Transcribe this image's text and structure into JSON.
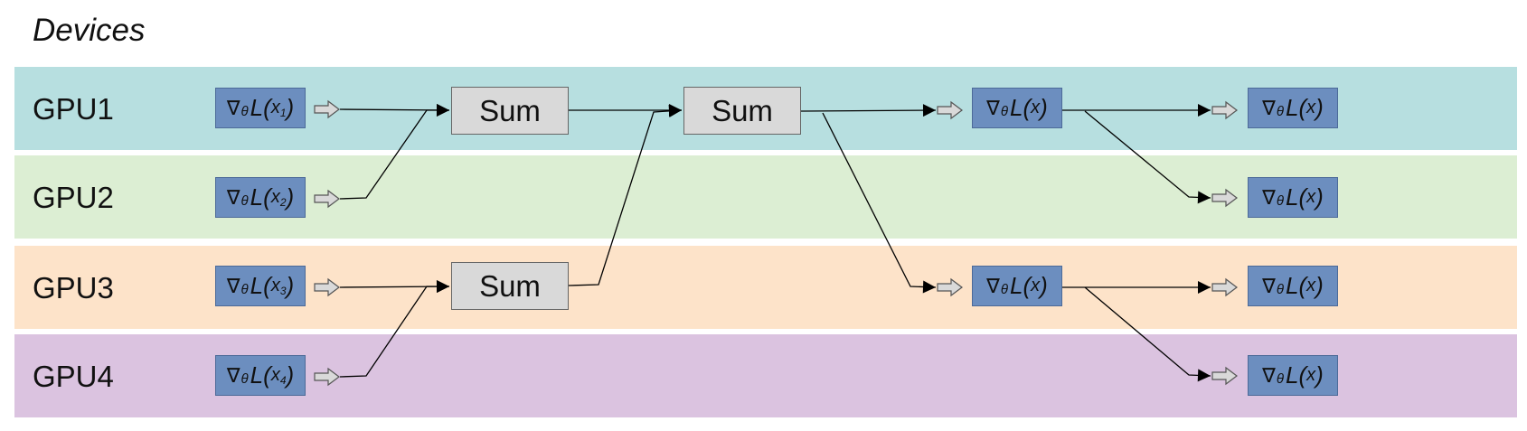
{
  "title": "Devices",
  "colors": {
    "gpu1_lane": "#b7dfe0",
    "gpu2_lane": "#dceed3",
    "gpu3_lane": "#fde3c9",
    "gpu4_lane": "#dbc3e0",
    "gradient_box": "#6c8ebf",
    "sum_box": "#d9d9d9"
  },
  "lanes": [
    {
      "label": "GPU1"
    },
    {
      "label": "GPU2"
    },
    {
      "label": "GPU3"
    },
    {
      "label": "GPU4"
    }
  ],
  "gradient_symbol": {
    "nabla": "∇",
    "theta": "θ",
    "fn": "L"
  },
  "inputs": [
    {
      "arg": "x",
      "index": "1"
    },
    {
      "arg": "x",
      "index": "2"
    },
    {
      "arg": "x",
      "index": "3"
    },
    {
      "arg": "x",
      "index": "4"
    }
  ],
  "sum_label": "Sum",
  "output_arg": "x"
}
